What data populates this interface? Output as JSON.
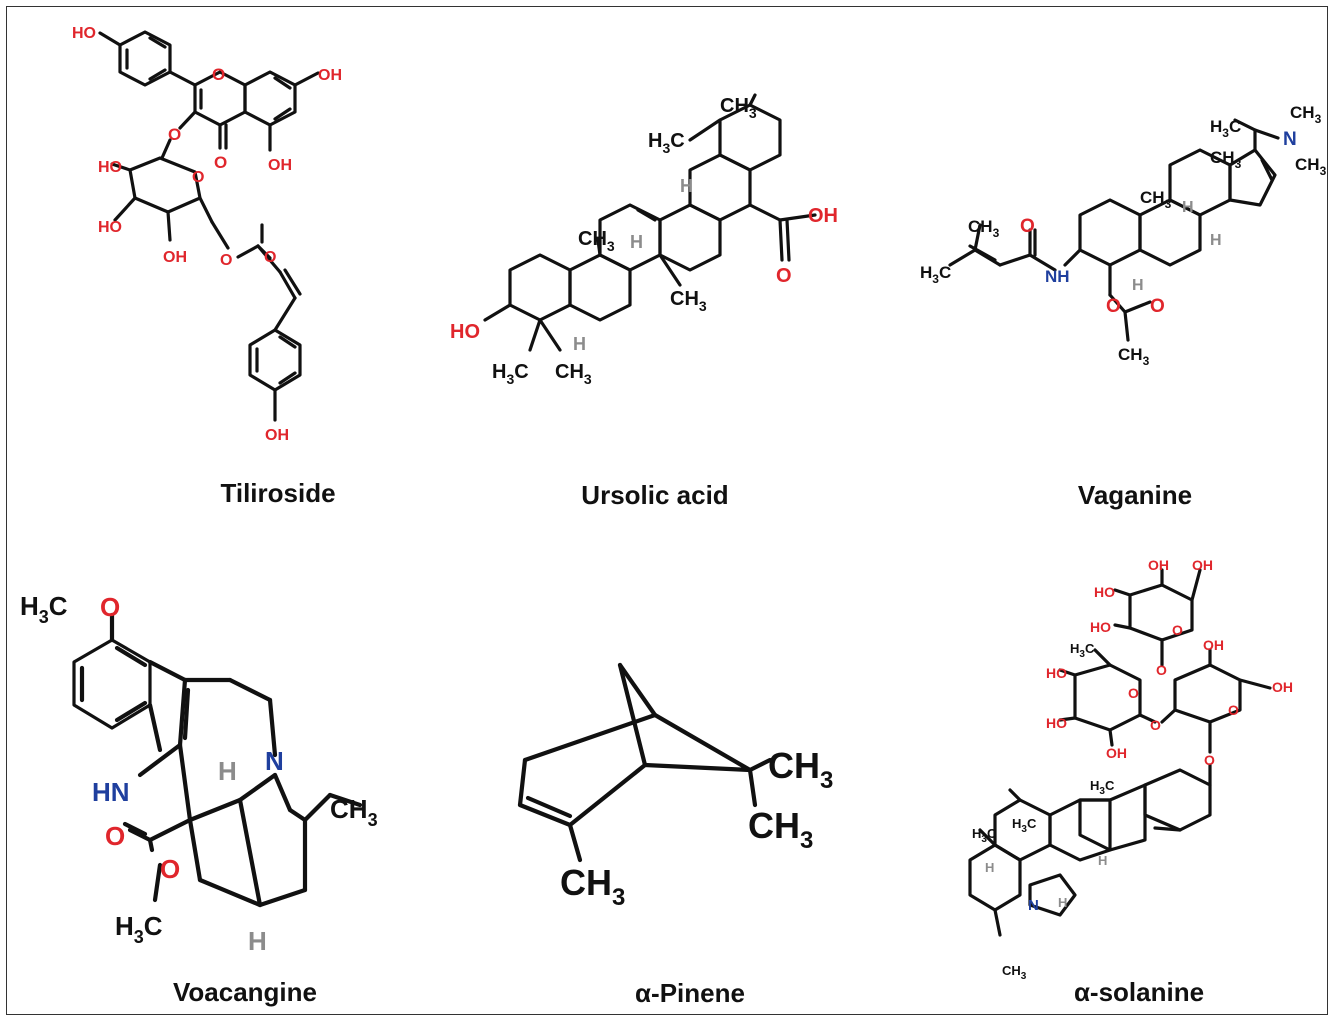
{
  "compounds": [
    {
      "name": "Tiliroside"
    },
    {
      "name": "Ursolic acid"
    },
    {
      "name": "Vaganine"
    },
    {
      "name": "Voacangine"
    },
    {
      "name": "α-Pinene"
    },
    {
      "name": "α-solanine"
    }
  ],
  "colors": {
    "oxygen": "#e0262c",
    "nitrogen": "#1f3f9e",
    "hydrogen_stereo": "#8c8c8c",
    "bond": "#111111"
  }
}
